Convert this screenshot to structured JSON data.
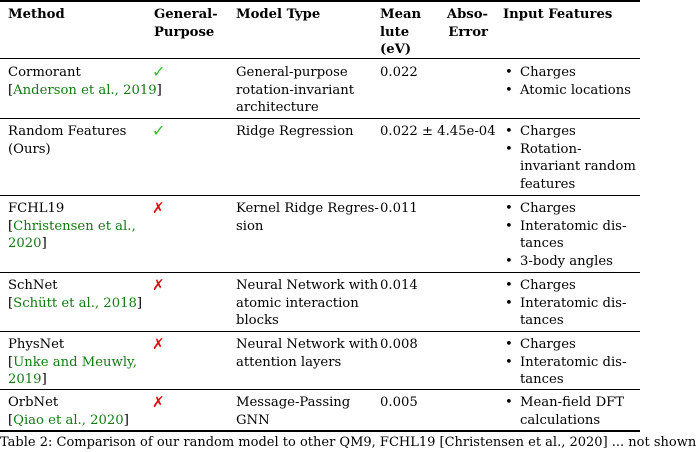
{
  "table": {
    "headers": {
      "method": "Method",
      "general_purpose": [
        "General-",
        "Purpose"
      ],
      "model_type": "Model Type",
      "mae": [
        "Mean",
        "Abso-",
        "lute",
        "Error",
        "(eV)"
      ],
      "input_features": "Input Features"
    },
    "rows": [
      {
        "method": "Cormorant",
        "citation": "Anderson et al., 2019",
        "general_purpose": "✓",
        "general_purpose_status": "yes",
        "model_type": [
          "General-purpose",
          "rotation-invariant",
          "architecture"
        ],
        "mae": "0.022",
        "features": [
          [
            "Charges"
          ],
          [
            "Atomic locations"
          ]
        ]
      },
      {
        "method": "Random Features",
        "method_note": "(Ours)",
        "general_purpose": "✓",
        "general_purpose_status": "yes",
        "model_type": [
          "Ridge Regression"
        ],
        "mae": "0.022 ± 4.45e-04",
        "features": [
          [
            "Charges"
          ],
          [
            "Rotation-",
            "invariant random",
            "features"
          ]
        ]
      },
      {
        "method": "FCHL19",
        "citation": [
          "Christensen et al.,",
          "2020"
        ],
        "general_purpose": "✗",
        "general_purpose_status": "no",
        "model_type": [
          "Kernel Ridge Regres-",
          "sion"
        ],
        "mae": "0.011",
        "features": [
          [
            "Charges"
          ],
          [
            "Interatomic dis-",
            "tances"
          ],
          [
            "3-body angles"
          ]
        ]
      },
      {
        "method": "SchNet",
        "citation": "Schütt et al., 2018",
        "general_purpose": "✗",
        "general_purpose_status": "no",
        "model_type": [
          "Neural Network with",
          "atomic interaction",
          "blocks"
        ],
        "mae": "0.014",
        "features": [
          [
            "Charges"
          ],
          [
            "Interatomic dis-",
            "tances"
          ]
        ]
      },
      {
        "method": "PhysNet",
        "citation": [
          "Unke and Meuwly,",
          "2019"
        ],
        "general_purpose": "✗",
        "general_purpose_status": "no",
        "model_type": [
          "Neural Network with",
          "attention layers"
        ],
        "mae": "0.008",
        "features": [
          [
            "Charges"
          ],
          [
            "Interatomic dis-",
            "tances"
          ]
        ]
      },
      {
        "method": "OrbNet",
        "citation": "Qiao et al., 2020",
        "general_purpose": "✗",
        "general_purpose_status": "no",
        "model_type": [
          "Message-Passing",
          "GNN"
        ],
        "mae": "0.005",
        "features": [
          [
            "Mean-field DFT",
            "calculations"
          ]
        ]
      }
    ]
  },
  "caption": "Table 2: Comparison of our random model to other QM9, FCHL19 [Christensen et al., 2020] ... not shown"
}
